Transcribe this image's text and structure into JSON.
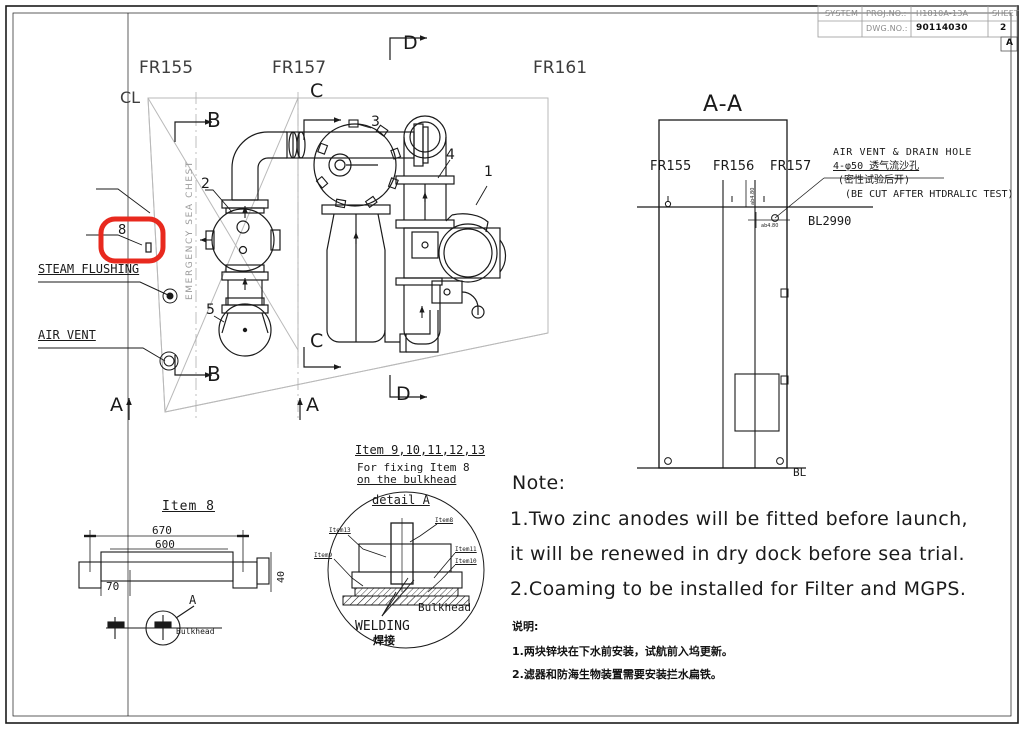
{
  "title_block": {
    "system_label": "SYSTEM",
    "proj_no_label": "PROJ.NO.:",
    "proj_no_value": "H1810A-13A",
    "dwg_no_label": "DWG.NO.:",
    "dwg_no_value": "90114030",
    "sheet_label": "SHEET",
    "sheet_value": "2",
    "rev_value": "A"
  },
  "plan_view": {
    "frames": [
      "FR155",
      "FR157",
      "FR161"
    ],
    "centerline_label": "CL",
    "sea_chest_label": "EMERGENCY SEA CHEST",
    "section_marks": [
      "B",
      "B",
      "C",
      "C",
      "D",
      "D",
      "A",
      "A"
    ],
    "item_balloons": [
      "1",
      "2",
      "3",
      "4",
      "5",
      "8"
    ],
    "callouts": [
      {
        "text": "STEAM FLUSHING"
      },
      {
        "text": "AIR VENT"
      }
    ],
    "highlight_color": "#e8291e"
  },
  "section_aa": {
    "title": "A-A",
    "frames": [
      "FR155",
      "FR156",
      "FR157"
    ],
    "baseline_label": "BL",
    "bl_elevation": "BL2990",
    "dim_vertical": "ab4.80",
    "dim_horizontal": "ab4.80",
    "vent_note": {
      "line1": "AIR VENT & DRAIN HOLE",
      "line2": "4-φ50 透气流沙孔",
      "line3": "(密性试验后开)",
      "line4": "(BE CUT AFTER HTDRALIC TEST)"
    }
  },
  "item8_detail": {
    "title": "Item 8",
    "dim_overall": "670",
    "dim_inner": "600",
    "dim_end": "70",
    "dim_height": "40",
    "callout_letter": "A",
    "bulkhead_label": "Bulkhead"
  },
  "detail_a": {
    "heading": "Item 9,10,11,12,13",
    "subheading_line1": "For fixing Item 8",
    "subheading_line2": "on the bulkhead",
    "title": "detail A",
    "labels": [
      "Item13",
      "Item9",
      "Item8",
      "Item11",
      "Item10"
    ],
    "bulkhead_label": "Bulkhead",
    "welding_en": "WELDING",
    "welding_cn": "焊接"
  },
  "notes": {
    "heading": "Note:",
    "items": [
      "1.Two zinc anodes will be fitted before launch,",
      "   it will be renewed in dry dock before sea trial.",
      "2.Coaming to be installed for Filter and MGPS."
    ],
    "cn_heading": "说明:",
    "cn_items": [
      "1.两块锌块在下水前安装，试航前入坞更新。",
      "2.滤器和防海生物装置需要安装拦水扁铁。"
    ]
  }
}
